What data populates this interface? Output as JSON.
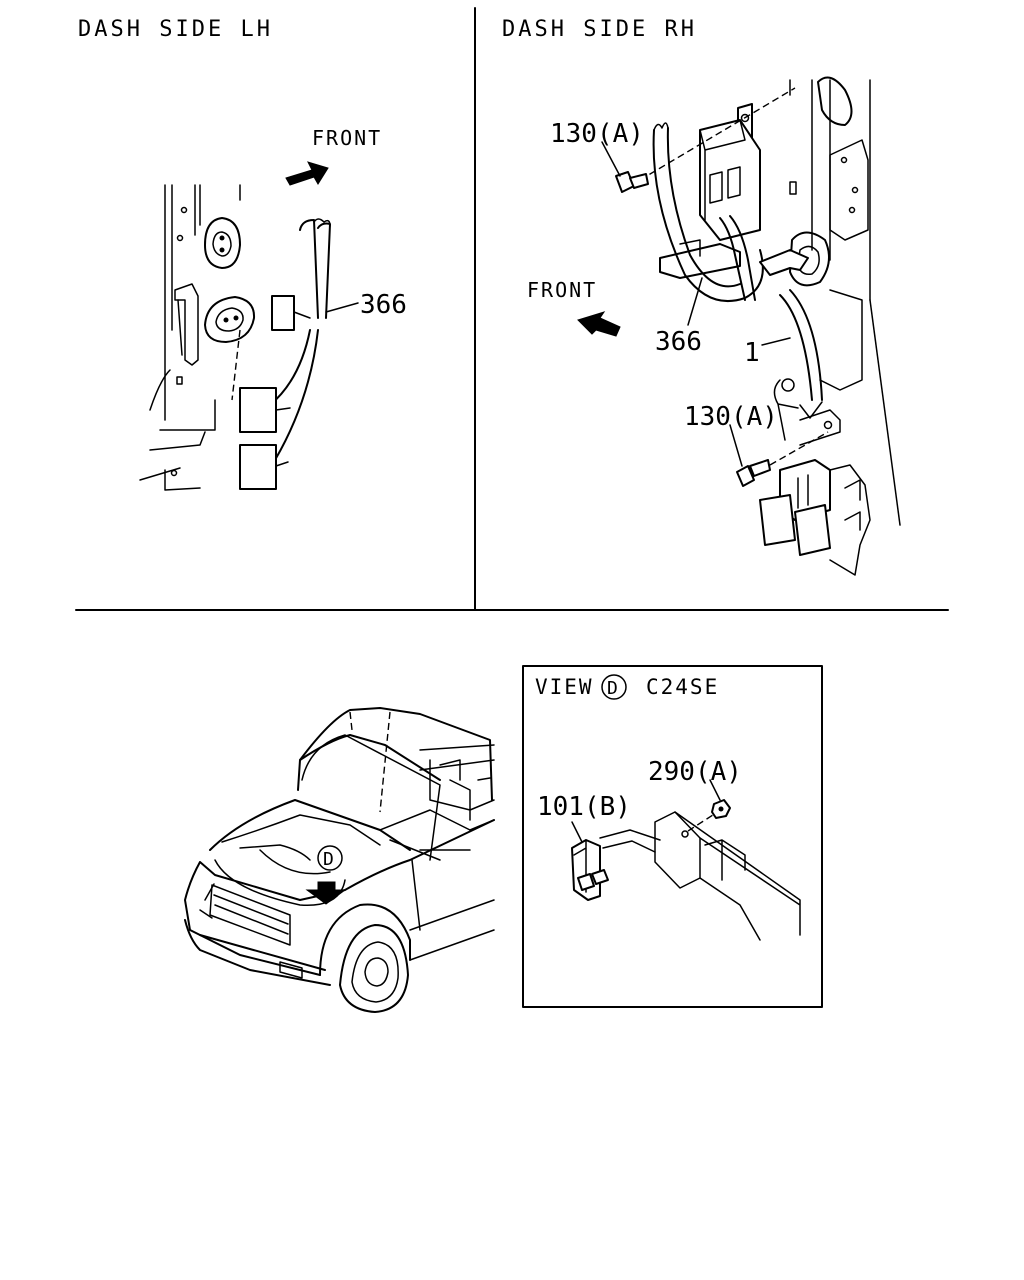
{
  "panels": {
    "lh": {
      "title": "DASH SIDE LH",
      "front": "FRONT",
      "callouts": [
        "366"
      ]
    },
    "rh": {
      "title": "DASH SIDE RH",
      "front": "FRONT",
      "callouts": [
        "130(A)",
        "366",
        "1",
        "130(A)"
      ]
    }
  },
  "view": {
    "prefix": "VIEW",
    "marker": "D",
    "suffix": "C24SE",
    "callouts": [
      "290(A)",
      "101(B)"
    ]
  },
  "vehicle": {
    "marker": "D"
  }
}
